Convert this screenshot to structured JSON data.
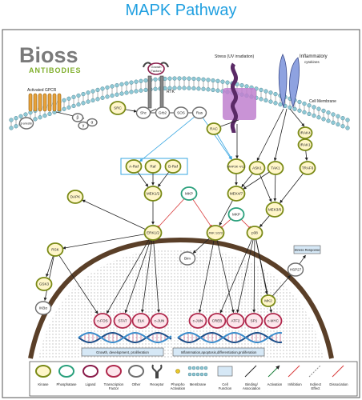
{
  "title": "MAPK Pathway",
  "logo": {
    "line1": "Bioss",
    "line2": "ANTIBODIES"
  },
  "labels": {
    "gpcr": "Activated GPCR",
    "rtk": "RTK",
    "growth_factors": "Growth Factors",
    "stress": "Stress (UV irradiation)",
    "inflammatory": "Inflammatory",
    "cytokines": "cytokines",
    "cell_membrane": "Cell Membrane",
    "stress_response": "Stress Response",
    "box_growth": "Growth, development, proliferation",
    "box_inflam": "Inflammation,apoptosis,differentiation,proliferation"
  },
  "nodes": {
    "barrestin": "β-arrestin",
    "beta": "β",
    "gamma": "γ",
    "alpha": "α",
    "src": "SRC",
    "shc": "Shc",
    "grb2": "Grb2",
    "sos": "SOS",
    "ras": "Ras",
    "rac": "RAC",
    "ask1": "ASK1",
    "tak1": "TAK1",
    "irak4": "IRAK4",
    "irak1": "IRAK1",
    "traf6": "TRAF6",
    "araf": "A-Raf",
    "raf": "Raf",
    "braf": "B-Raf",
    "map3k": "MAP3K 4/12",
    "mek12": "MEK1/2",
    "mkp_a": "MKP",
    "mek47": "MEK4/7",
    "mek36": "MEK3/6",
    "mkp_b": "MKP",
    "dapk": "DAPK",
    "erk12": "ERK1/2",
    "jnk": "JNK 1/2/3",
    "p38": "p38",
    "bim": "Bim",
    "rsk": "RSK",
    "gsk3": "GSK3",
    "ikba": "IKBα",
    "mk2": "MK2",
    "hspb": "HSP27",
    "cfos": "c-FOS",
    "stat": "STAT",
    "elk": "ELK",
    "cjun_a": "c-JUN",
    "cjun_b": "c-JUN",
    "creb": "CREB",
    "atf2": "ATF2",
    "sp1": "SP1",
    "cmyc": "c-MYC"
  },
  "legend": [
    {
      "label": "Kinase"
    },
    {
      "label": "Phosphatase"
    },
    {
      "label": "Ligand"
    },
    {
      "label": "Transcription Factor"
    },
    {
      "label": "Other"
    },
    {
      "label": "Receptor"
    },
    {
      "label": "Phospho Activation"
    },
    {
      "label": "Membrane"
    },
    {
      "label": "Cell Function"
    },
    {
      "label": "Binding/ Association"
    },
    {
      "label": "Activation"
    },
    {
      "label": "Inhibition"
    },
    {
      "label": "Indirect Effect"
    },
    {
      "label": "Dissociation"
    }
  ],
  "colors": {
    "kinase_fill": "#fff6c9",
    "kinase_stroke": "#7a8a16",
    "phosphatase_stroke": "#2aa07c",
    "ligand_stroke": "#8a1c4a",
    "tf_stroke": "#b0284c",
    "other_stroke": "#6e6e6e",
    "membrane": "#8fc9d6",
    "title": "#1f9fe0"
  }
}
